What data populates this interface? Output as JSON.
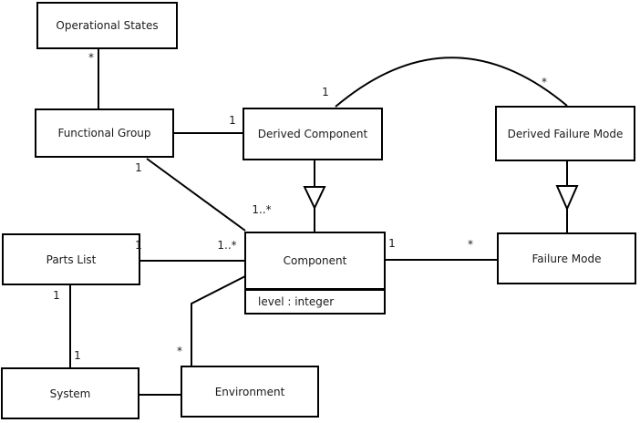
{
  "diagram": {
    "kind": "uml-class-diagram",
    "background_color": "#ffffff",
    "line_color": "#000000",
    "text_color": "#1a1a1a"
  },
  "classes": {
    "operational_states": {
      "name": "Operational States"
    },
    "functional_group": {
      "name": "Functional Group"
    },
    "derived_component": {
      "name": "Derived Component"
    },
    "derived_failure_mode": {
      "name": "Derived Failure Mode"
    },
    "parts_list": {
      "name": "Parts List"
    },
    "component": {
      "name": "Component",
      "attributes": [
        "level : integer"
      ]
    },
    "failure_mode": {
      "name": "Failure Mode"
    },
    "system": {
      "name": "System"
    },
    "environment": {
      "name": "Environment"
    }
  },
  "relationships": [
    {
      "type": "association",
      "from": "Functional Group",
      "to": "Operational States",
      "to_label": "*"
    },
    {
      "type": "association",
      "from": "Functional Group",
      "to": "Derived Component",
      "to_label": "1"
    },
    {
      "type": "association",
      "from": "Derived Component",
      "to": "Derived Failure Mode",
      "from_label": "1",
      "to_label": "*",
      "shape": "arc"
    },
    {
      "type": "association",
      "from": "Functional Group",
      "to": "Component",
      "from_label": "1",
      "to_label": "1..*"
    },
    {
      "type": "generalization",
      "from": "Derived Component",
      "to": "Component"
    },
    {
      "type": "generalization",
      "from": "Derived Failure Mode",
      "to": "Failure Mode"
    },
    {
      "type": "association",
      "from": "Parts List",
      "to": "Component",
      "from_label": "1",
      "to_label": "1..*"
    },
    {
      "type": "association",
      "from": "Component",
      "to": "Failure Mode",
      "from_label": "1",
      "to_label": "*"
    },
    {
      "type": "association",
      "from": "Parts List",
      "to": "System",
      "from_label": "1",
      "to_label": "1"
    },
    {
      "type": "association",
      "from": "System",
      "to": "Environment"
    },
    {
      "type": "association",
      "from": "Environment",
      "to": "Component",
      "from_label": "*"
    }
  ],
  "labels": [
    {
      "text": "*"
    },
    {
      "text": "1"
    },
    {
      "text": "1"
    },
    {
      "text": "*"
    },
    {
      "text": "1"
    },
    {
      "text": "1..*"
    },
    {
      "text": "1"
    },
    {
      "text": "1..*"
    },
    {
      "text": "1"
    },
    {
      "text": "*"
    },
    {
      "text": "1"
    },
    {
      "text": "1"
    },
    {
      "text": "*"
    }
  ]
}
